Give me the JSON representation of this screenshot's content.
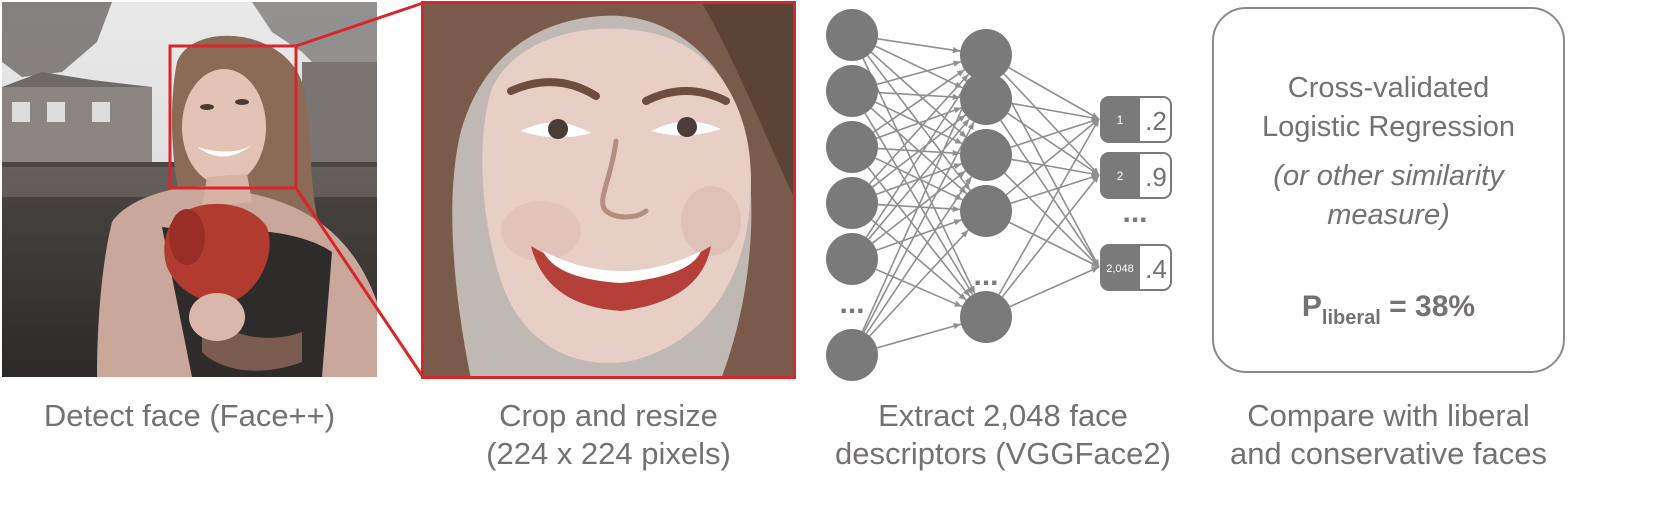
{
  "panels": [
    {
      "id": "detect",
      "caption_lines": [
        "Detect face (Face++)"
      ]
    },
    {
      "id": "crop",
      "caption_lines": [
        "Crop and resize",
        "(224 x 224 pixels)"
      ]
    },
    {
      "id": "extract",
      "caption_lines": [
        "Extract 2,048 face",
        "descriptors (VGGFace2)"
      ]
    },
    {
      "id": "compare",
      "caption_lines": [
        "Compare with liberal",
        "and conservative faces"
      ]
    }
  ],
  "network": {
    "input_ellipsis": "...",
    "hidden_ellipsis": "...",
    "output_ellipsis": "...",
    "outputs": [
      {
        "index": "1",
        "value": ".2"
      },
      {
        "index": "2",
        "value": ".9"
      },
      {
        "index": "2,048",
        "value": ".4"
      }
    ]
  },
  "classifier": {
    "line1": "Cross-validated",
    "line2": "Logistic Regression",
    "line3": "(or other similarity",
    "line4": "measure)",
    "result_label": "P",
    "result_sub": "liberal",
    "result_value": " = 38%"
  },
  "colors": {
    "highlight_red": "#d9262b",
    "node_gray": "#7a7a7a",
    "edge_gray": "#8f8f8f",
    "text_gray": "#767171"
  }
}
